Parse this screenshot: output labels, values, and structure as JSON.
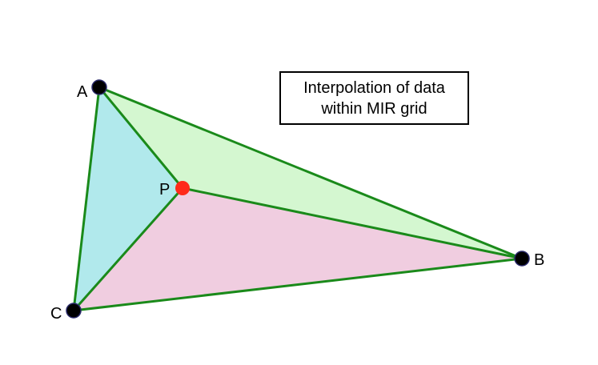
{
  "title": {
    "line1": "Interpolation of data",
    "line2": "within MIR grid"
  },
  "vertices": {
    "a": "A",
    "b": "B",
    "c": "C",
    "p": "P"
  },
  "colors": {
    "edge": "#1a8a1a",
    "region_apb": "#d4f7d0",
    "region_apc": "#b1e9ec",
    "region_bpc": "#f0cde0",
    "vertex": "#000000",
    "interior_point": "#ff2a1a"
  }
}
